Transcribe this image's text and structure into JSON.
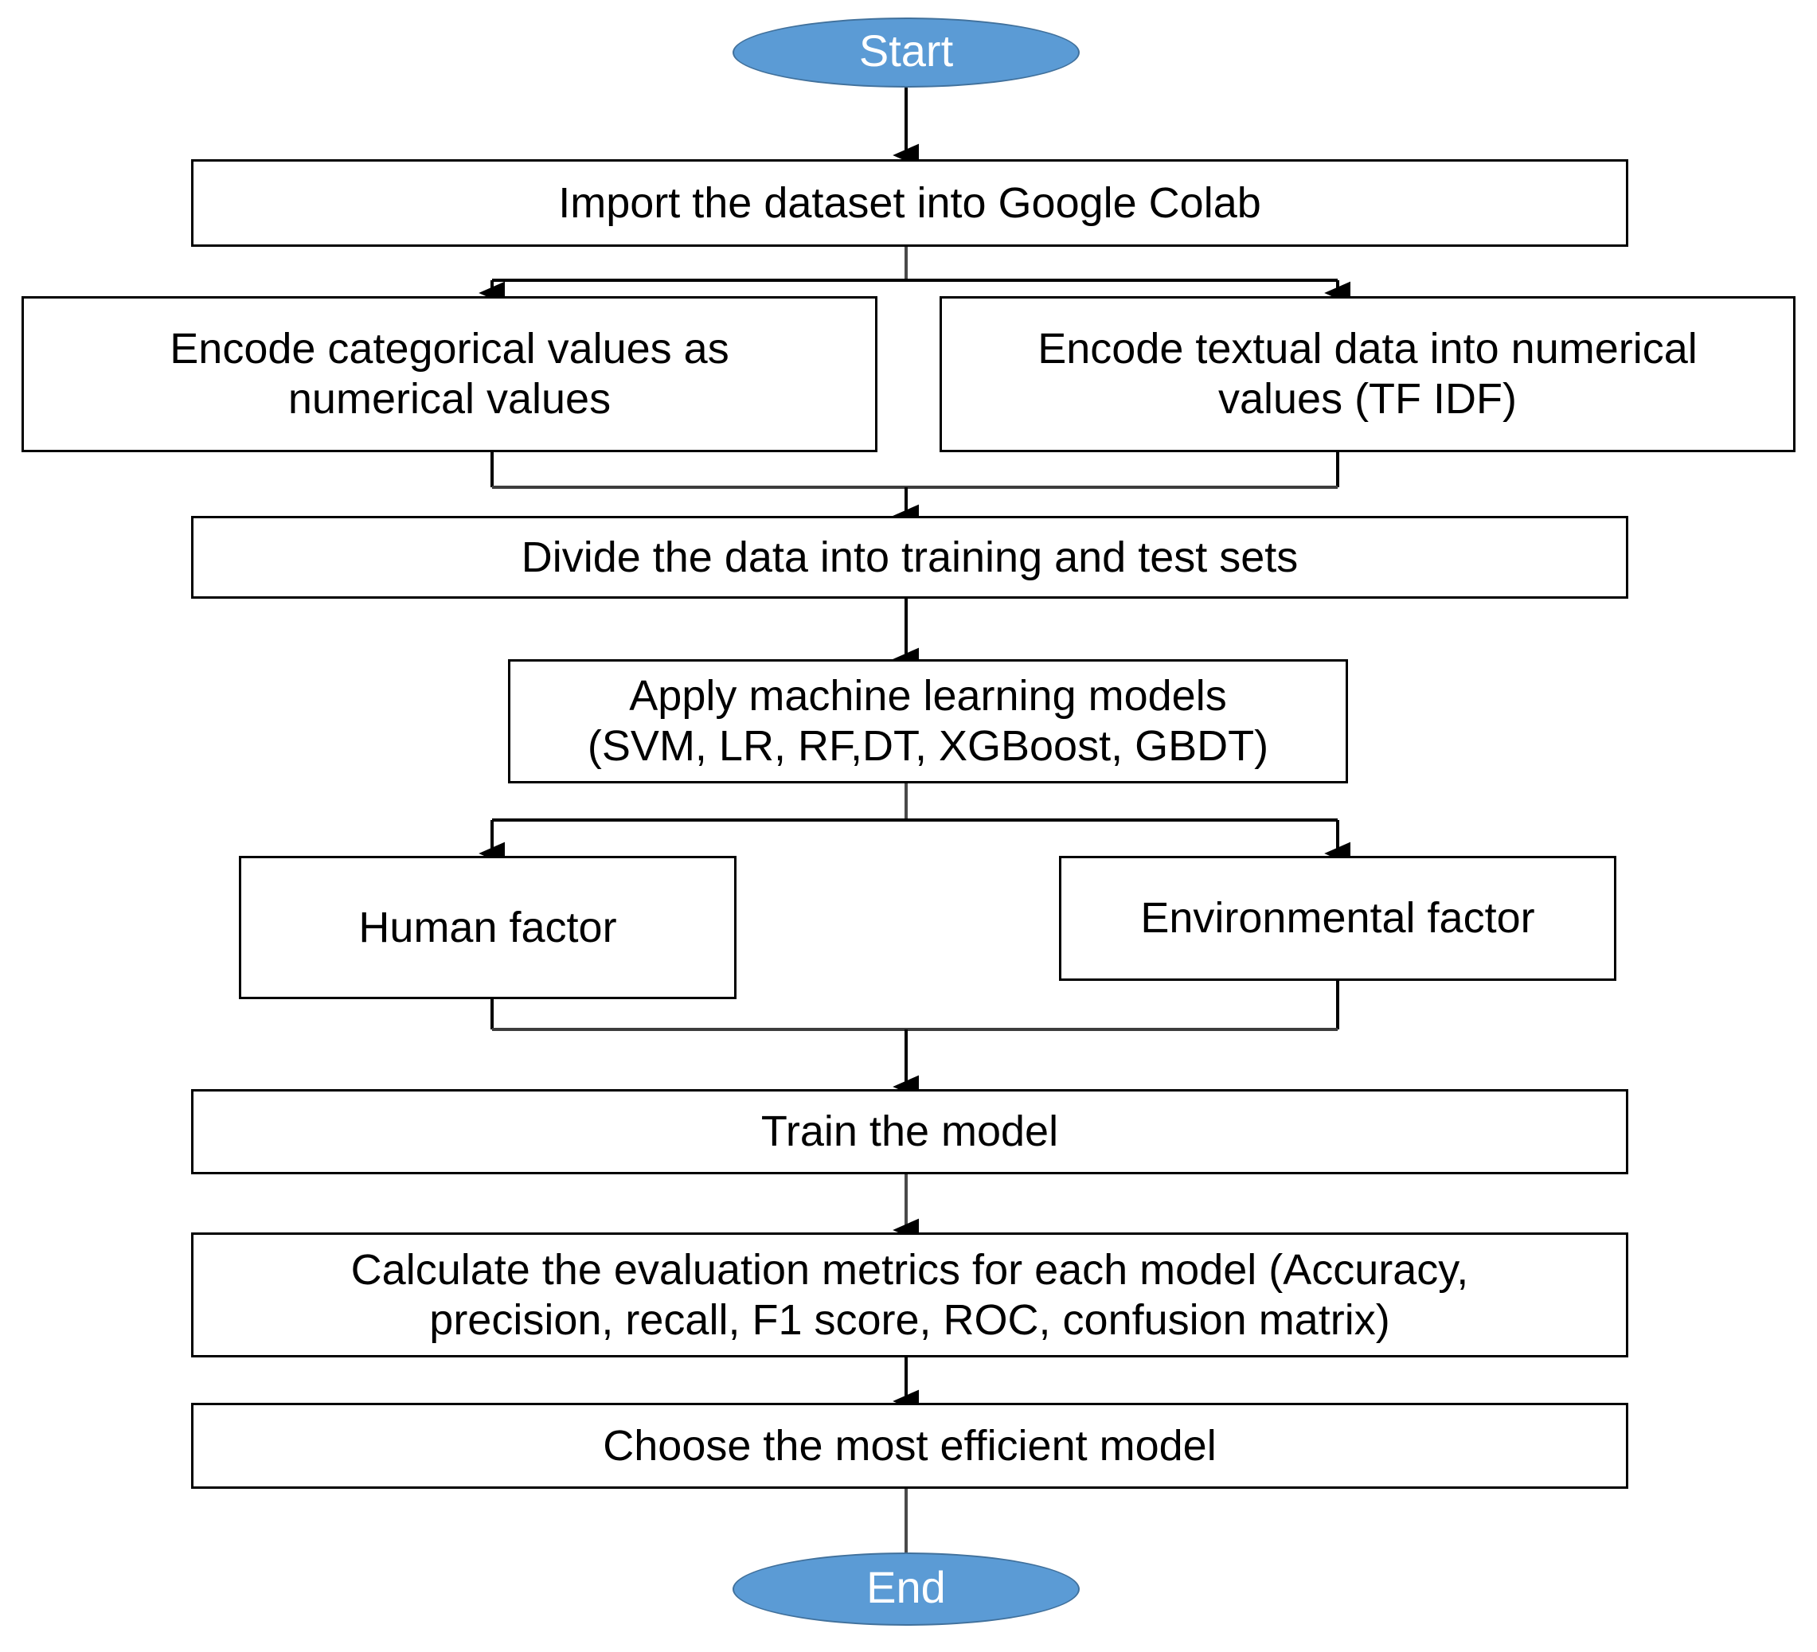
{
  "diagram": {
    "title": "Machine learning workflow flowchart",
    "accent_color": "#5B9BD5",
    "terminal_text_color": "#FFFFFF",
    "box_border_color": "#000000",
    "canvas_background": "#FFFFFF",
    "nodes": [
      {
        "id": "start",
        "shape": "ellipse",
        "label": "Start"
      },
      {
        "id": "import",
        "shape": "rectangle",
        "label": "Import the dataset into Google Colab"
      },
      {
        "id": "encode-categorical",
        "shape": "rectangle",
        "label": "Encode categorical values as\nnumerical values"
      },
      {
        "id": "encode-textual",
        "shape": "rectangle",
        "label": "Encode textual data into numerical\nvalues (TF IDF)"
      },
      {
        "id": "divide-data",
        "shape": "rectangle",
        "label": "Divide the data into training and test sets"
      },
      {
        "id": "apply-models",
        "shape": "rectangle",
        "label": "Apply machine learning models\n(SVM, LR, RF,DT, XGBoost, GBDT)"
      },
      {
        "id": "human-factor",
        "shape": "rectangle",
        "label": "Human factor"
      },
      {
        "id": "environmental-factor",
        "shape": "rectangle",
        "label": "Environmental factor"
      },
      {
        "id": "train-model",
        "shape": "rectangle",
        "label": "Train the model"
      },
      {
        "id": "evaluate",
        "shape": "rectangle",
        "label": "Calculate the evaluation metrics for each model (Accuracy,\nprecision, recall, F1 score, ROC, confusion matrix)"
      },
      {
        "id": "choose-model",
        "shape": "rectangle",
        "label": "Choose the most efficient model"
      },
      {
        "id": "end",
        "shape": "ellipse",
        "label": "End"
      }
    ],
    "edges": [
      {
        "from": "start",
        "to": "import",
        "type": "straight"
      },
      {
        "from": "import",
        "to": "encode-categorical",
        "type": "split-left"
      },
      {
        "from": "import",
        "to": "encode-textual",
        "type": "split-right"
      },
      {
        "from": "encode-categorical",
        "to": "divide-data",
        "type": "merge-left"
      },
      {
        "from": "encode-textual",
        "to": "divide-data",
        "type": "merge-right"
      },
      {
        "from": "divide-data",
        "to": "apply-models",
        "type": "straight"
      },
      {
        "from": "apply-models",
        "to": "human-factor",
        "type": "split-left"
      },
      {
        "from": "apply-models",
        "to": "environmental-factor",
        "type": "split-right"
      },
      {
        "from": "human-factor",
        "to": "train-model",
        "type": "merge-left"
      },
      {
        "from": "environmental-factor",
        "to": "train-model",
        "type": "merge-right"
      },
      {
        "from": "train-model",
        "to": "evaluate",
        "type": "straight"
      },
      {
        "from": "evaluate",
        "to": "choose-model",
        "type": "straight"
      },
      {
        "from": "choose-model",
        "to": "end",
        "type": "straight"
      }
    ]
  }
}
